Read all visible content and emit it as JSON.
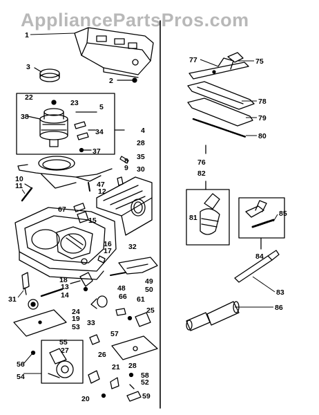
{
  "watermark": "AppliancePartsPros.com",
  "callouts": [
    {
      "id": "p1",
      "text": "1"
    },
    {
      "id": "p2",
      "text": "2"
    },
    {
      "id": "p3",
      "text": "3"
    },
    {
      "id": "p4",
      "text": "4"
    },
    {
      "id": "p5",
      "text": "5"
    },
    {
      "id": "p8",
      "text": "8"
    },
    {
      "id": "p9",
      "text": "9"
    },
    {
      "id": "p10",
      "text": "10"
    },
    {
      "id": "p11",
      "text": "11"
    },
    {
      "id": "p12",
      "text": "12"
    },
    {
      "id": "p13",
      "text": "13"
    },
    {
      "id": "p14",
      "text": "14"
    },
    {
      "id": "p15",
      "text": "15"
    },
    {
      "id": "p16",
      "text": "16"
    },
    {
      "id": "p17",
      "text": "17"
    },
    {
      "id": "p18",
      "text": "18"
    },
    {
      "id": "p19",
      "text": "19"
    },
    {
      "id": "p20",
      "text": "20"
    },
    {
      "id": "p21",
      "text": "21"
    },
    {
      "id": "p22",
      "text": "22"
    },
    {
      "id": "p23",
      "text": "23"
    },
    {
      "id": "p24",
      "text": "24"
    },
    {
      "id": "p25",
      "text": "25"
    },
    {
      "id": "p26",
      "text": "26"
    },
    {
      "id": "p27",
      "text": "27"
    },
    {
      "id": "p28a",
      "text": "28"
    },
    {
      "id": "p28b",
      "text": "28"
    },
    {
      "id": "p30",
      "text": "30"
    },
    {
      "id": "p31",
      "text": "31"
    },
    {
      "id": "p32",
      "text": "32"
    },
    {
      "id": "p33",
      "text": "33"
    },
    {
      "id": "p34",
      "text": "34"
    },
    {
      "id": "p35",
      "text": "35"
    },
    {
      "id": "p37",
      "text": "37"
    },
    {
      "id": "p38",
      "text": "38"
    },
    {
      "id": "p47",
      "text": "47"
    },
    {
      "id": "p48",
      "text": "48"
    },
    {
      "id": "p49",
      "text": "49"
    },
    {
      "id": "p50",
      "text": "50"
    },
    {
      "id": "p52",
      "text": "52"
    },
    {
      "id": "p53",
      "text": "53"
    },
    {
      "id": "p54",
      "text": "54"
    },
    {
      "id": "p55",
      "text": "55"
    },
    {
      "id": "p56",
      "text": "56"
    },
    {
      "id": "p57",
      "text": "57"
    },
    {
      "id": "p58",
      "text": "58"
    },
    {
      "id": "p59",
      "text": "59"
    },
    {
      "id": "p61",
      "text": "61"
    },
    {
      "id": "p66",
      "text": "66"
    },
    {
      "id": "p67",
      "text": "67"
    },
    {
      "id": "p75",
      "text": "75"
    },
    {
      "id": "p76",
      "text": "76"
    },
    {
      "id": "p77",
      "text": "77"
    },
    {
      "id": "p78",
      "text": "78"
    },
    {
      "id": "p79",
      "text": "79"
    },
    {
      "id": "p80",
      "text": "80"
    },
    {
      "id": "p81",
      "text": "81"
    },
    {
      "id": "p82",
      "text": "82"
    },
    {
      "id": "p83",
      "text": "83"
    },
    {
      "id": "p84",
      "text": "84"
    },
    {
      "id": "p85",
      "text": "85"
    },
    {
      "id": "p86",
      "text": "86"
    }
  ]
}
